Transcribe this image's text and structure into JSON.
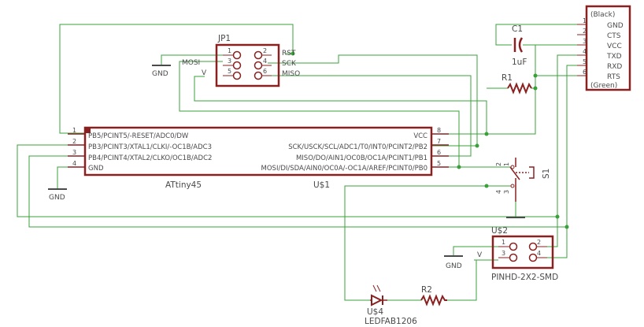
{
  "colors": {
    "wire": "#3aa03a",
    "part": "#8b2020",
    "text": "#4a4a4a",
    "background": "#ffffff"
  },
  "attiny": {
    "name": "ATtiny45",
    "ref": "U$1",
    "left_pins": [
      "PB5/PCINT5/-RESET/ADC0/DW",
      "PB3/PCINT3/XTAL1/CLKI/-OC1B/ADC3",
      "PB4/PCINT4/XTAL2/CLKO/OC1B/ADC2",
      "GND"
    ],
    "left_nums": [
      "1",
      "2",
      "3",
      "4"
    ],
    "right_pins": [
      "VCC",
      "SCK/USCK/SCL/ADC1/T0/INT0/PCINT2/PB2",
      "MISO/DO/AIN1/OC0B/OC1A/PCINT1/PB1",
      "MOSI/DI/SDA/AIN0/OC0A/-OC1A/AREF/PCINT0/PB0"
    ],
    "right_nums": [
      "8",
      "7",
      "6",
      "5"
    ]
  },
  "jp1": {
    "ref": "JP1",
    "left_nums": [
      "1",
      "3",
      "5"
    ],
    "right_nums": [
      "2",
      "4",
      "6"
    ],
    "left_labels": [
      "MOSI",
      "V"
    ],
    "right_labels": [
      "RST",
      "SCK",
      "MISO"
    ]
  },
  "ftdi": {
    "top": "(Black)",
    "bottom": "(Green)",
    "pins": [
      "GND",
      "CTS",
      "VCC",
      "TXD",
      "RXD",
      "RTS"
    ],
    "nums": [
      "1",
      "2",
      "3",
      "4",
      "5",
      "6"
    ]
  },
  "c1": {
    "ref": "C1",
    "value": "1uF"
  },
  "r1": {
    "ref": "R1"
  },
  "r2": {
    "ref": "R2"
  },
  "s1": {
    "ref": "S1",
    "nums": [
      "2",
      "1",
      "4",
      "3"
    ]
  },
  "u2": {
    "ref": "U$2",
    "value": "PINHD-2X2-SMD",
    "left_nums": [
      "1",
      "3"
    ],
    "right_nums": [
      "2",
      "4"
    ],
    "v_label": "V"
  },
  "u4": {
    "ref": "U$4",
    "value": "LEDFAB1206"
  },
  "gnd_label": "GND"
}
